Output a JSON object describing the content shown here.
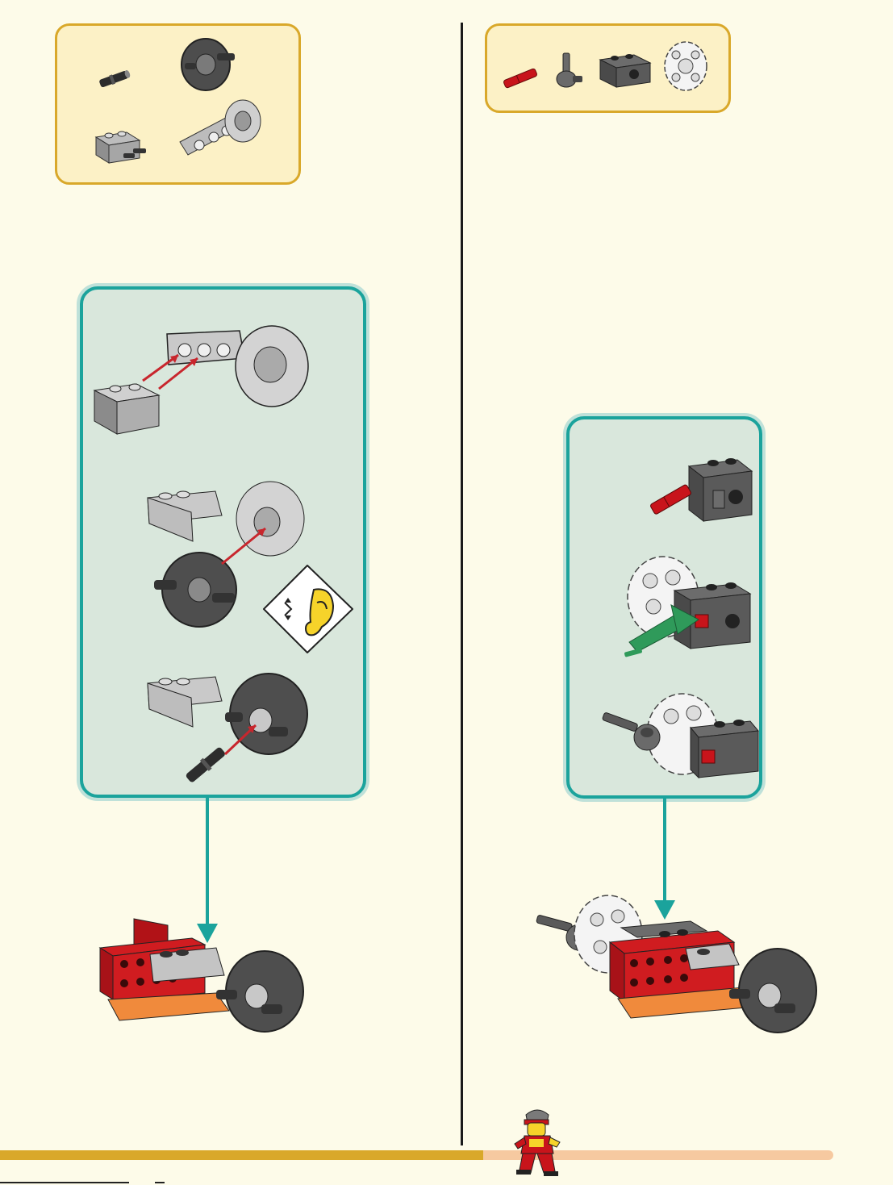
{
  "page": {
    "background": "#fdfbe9"
  },
  "colors": {
    "parts_box_fill": "#fcf1c6",
    "parts_box_border": "#d9a82a",
    "step_box_fill": "#d9e7dc",
    "step_box_border": "#1ba39c",
    "brick_red": "#c8141b",
    "brick_gray": "#a9a9a9",
    "brick_dark": "#5e5e5e",
    "arrow_red": "#c8262d",
    "arrow_green": "#2f9a5a",
    "progress_gold": "#d9a82a",
    "progress_peach": "#f6c9a0"
  },
  "left_column": {
    "parts": [
      {
        "name": "black-axle-pin",
        "icon": "pin-icon"
      },
      {
        "name": "dark-gray-wheel-hub",
        "icon": "wheel-hub-icon"
      },
      {
        "name": "light-gray-brick-with-pins",
        "icon": "brick-with-pins-icon"
      },
      {
        "name": "light-gray-arm-with-disc",
        "icon": "arm-disc-icon"
      }
    ],
    "substeps": [
      {
        "icon": "attach-arm-to-brick"
      },
      {
        "icon": "attach-hub-to-disc"
      },
      {
        "icon": "insert-axle-pin"
      }
    ],
    "callout_icon": "click-sound-ear-icon"
  },
  "right_column": {
    "parts": [
      {
        "name": "red-axle",
        "icon": "red-axle-icon"
      },
      {
        "name": "gray-axle-connector",
        "icon": "axle-connector-icon"
      },
      {
        "name": "dark-gray-technic-brick",
        "icon": "technic-brick-icon"
      },
      {
        "name": "white-gear-wheel",
        "icon": "white-gear-icon"
      }
    ],
    "substeps": [
      {
        "icon": "insert-red-axle"
      },
      {
        "icon": "attach-white-gear"
      },
      {
        "icon": "add-axle-connector"
      }
    ]
  },
  "footer": {
    "progress_fraction": 0.58,
    "figure_icon": "ninja-minifigure-icon"
  }
}
